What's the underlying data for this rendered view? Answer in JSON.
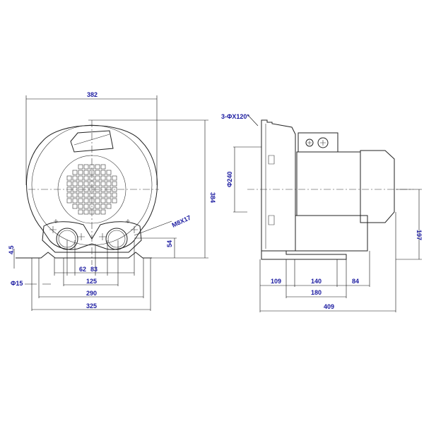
{
  "front_view": {
    "dims": {
      "overall_width": "382",
      "overall_height": "384",
      "port_center_height": "54",
      "bolt_label": "M8X17",
      "base_thickness": "4.5",
      "hole_diameter": "Φ15",
      "port_offset_left": "62",
      "port_offset_right": "83",
      "port_spacing": "125",
      "mount_hole_spacing": "290",
      "base_width": "325"
    }
  },
  "side_view": {
    "dims": {
      "flange_holes": "3-ΦX120°",
      "flange_diameter": "Φ240",
      "center_height": "197",
      "front_offset": "109",
      "mount_spacing": "140",
      "rear_offset": "84",
      "base_length": "180",
      "overall_length": "409"
    }
  },
  "colors": {
    "line": "#222222",
    "dimension_text": "#1a1aa0"
  }
}
